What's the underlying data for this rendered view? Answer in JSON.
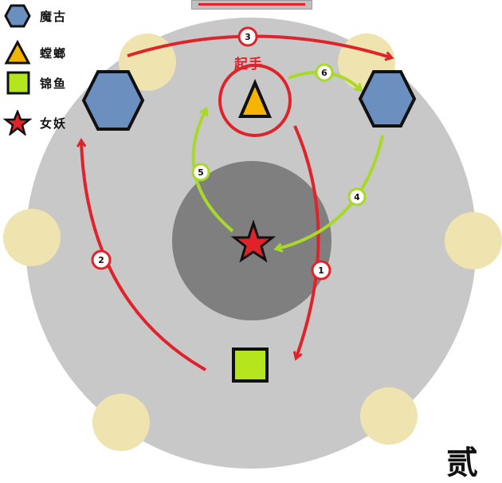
{
  "legend": [
    {
      "id": "hexagon",
      "label": "魔古",
      "icon": "hexagon-icon",
      "color": "#6b8fbf"
    },
    {
      "id": "triangle",
      "label": "螳螂",
      "icon": "triangle-icon",
      "color": "#f5b400"
    },
    {
      "id": "square",
      "label": "锦鱼",
      "icon": "square-icon",
      "color": "#b5e61d"
    },
    {
      "id": "star",
      "label": "女妖",
      "icon": "star-icon",
      "color": "#e0232b"
    }
  ],
  "start_label": "起手",
  "page_mark": "贰",
  "steps": [
    {
      "number": "1",
      "color": "red"
    },
    {
      "number": "2",
      "color": "red"
    },
    {
      "number": "3",
      "color": "red"
    },
    {
      "number": "4",
      "color": "green"
    },
    {
      "number": "5",
      "color": "green"
    },
    {
      "number": "6",
      "color": "green"
    }
  ],
  "colors": {
    "arena_outer": "#c8c8c8",
    "arena_inner": "#7f7f7f",
    "pillar": "#efe4b0",
    "red_path": "#e0232b",
    "green_path": "#a8d829",
    "outline": "#111111"
  }
}
